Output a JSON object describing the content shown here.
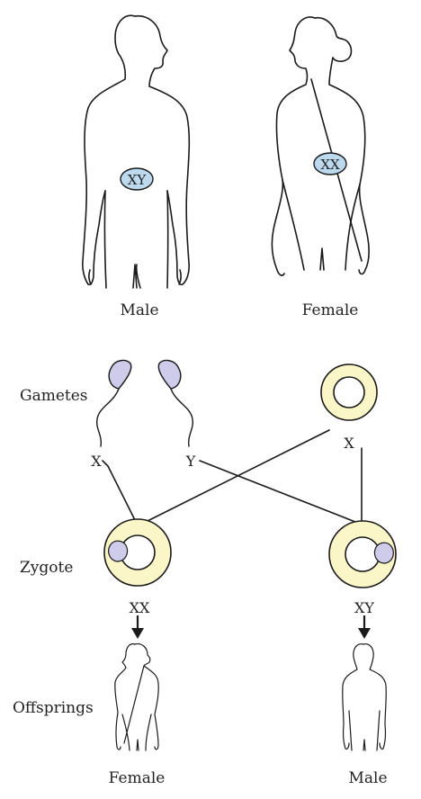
{
  "parents": {
    "male_label": "Male",
    "female_label": "Female",
    "male_chromosomes": "XY",
    "female_chromosomes": "XX"
  },
  "rows": {
    "gametes_label": "Gametes",
    "zygote_label": "Zygote",
    "offsprings_label": "Offsprings"
  },
  "gametes": {
    "sperm_left_chr": "X",
    "sperm_right_chr": "Y",
    "egg_chr": "X"
  },
  "offspring": {
    "left_chr": "XX",
    "right_chr": "XY",
    "left_label": "Female",
    "right_label": "Male"
  },
  "colors": {
    "nucleus_fill": "#bcd9ee",
    "egg_fill": "#fbf6c8",
    "sperm_fill": "#cfcbea",
    "line": "#1a1a1a"
  }
}
